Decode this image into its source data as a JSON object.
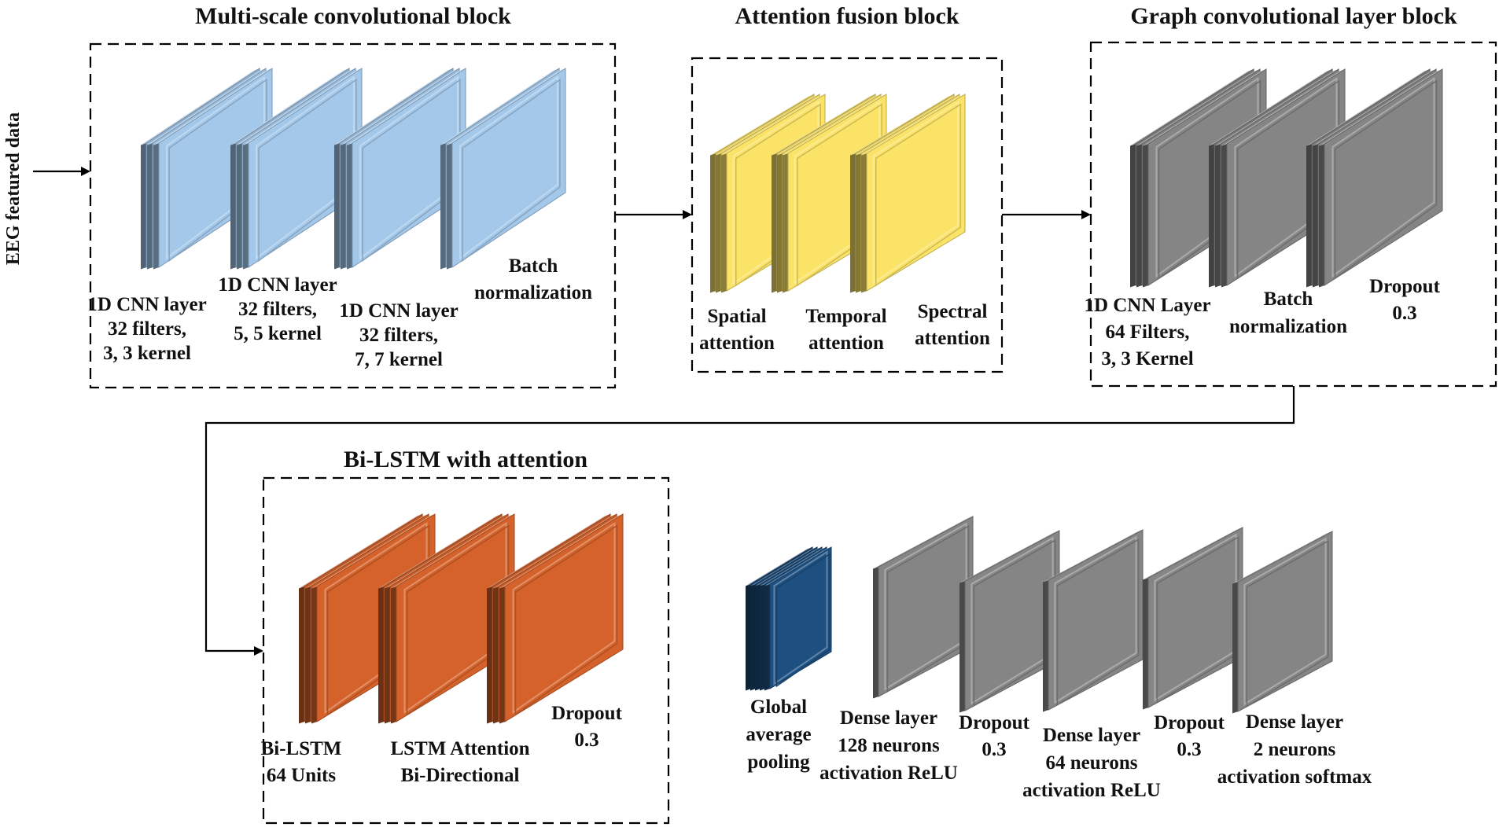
{
  "input_label": "EEG featured data",
  "colors": {
    "blue": "#a4c8ea",
    "yellow": "#fbe368",
    "gray": "#858585",
    "orange": "#d4622a",
    "navy": "#1d4f80"
  },
  "blocks": {
    "multiscale": {
      "title": "Multi-scale convolutional block",
      "layers": [
        [
          "1D CNN layer",
          "32 filters,",
          "3, 3 kernel"
        ],
        [
          "1D CNN layer",
          "32 filters,",
          "5, 5 kernel"
        ],
        [
          "1D CNN layer",
          "32 filters,",
          "7, 7 kernel"
        ],
        [
          "Batch",
          "normalization"
        ]
      ]
    },
    "attention": {
      "title": "Attention fusion block",
      "layers": [
        [
          "Spatial",
          "attention"
        ],
        [
          "Temporal",
          "attention"
        ],
        [
          "Spectral",
          "attention"
        ]
      ]
    },
    "graph": {
      "title": "Graph convolutional layer block",
      "layers": [
        [
          "1D CNN Layer",
          "64 Filters,",
          "3, 3 Kernel"
        ],
        [
          "Batch",
          "normalization"
        ],
        [
          "Dropout",
          "0.3"
        ]
      ]
    },
    "bilstm": {
      "title": "Bi-LSTM with attention",
      "layers": [
        [
          "Bi-LSTM",
          "64 Units"
        ],
        [
          "LSTM Attention",
          "Bi-Directional"
        ],
        [
          "Dropout",
          "0.3"
        ]
      ]
    },
    "head": {
      "layers": [
        [
          "Global",
          "average",
          "pooling"
        ],
        [
          "Dense layer",
          "128 neurons",
          "activation ReLU"
        ],
        [
          "Dropout",
          "0.3"
        ],
        [
          "Dense layer",
          "64 neurons",
          "activation ReLU"
        ],
        [
          "Dropout",
          "0.3"
        ],
        [
          "Dense layer",
          "2 neurons",
          "activation softmax"
        ]
      ]
    }
  }
}
